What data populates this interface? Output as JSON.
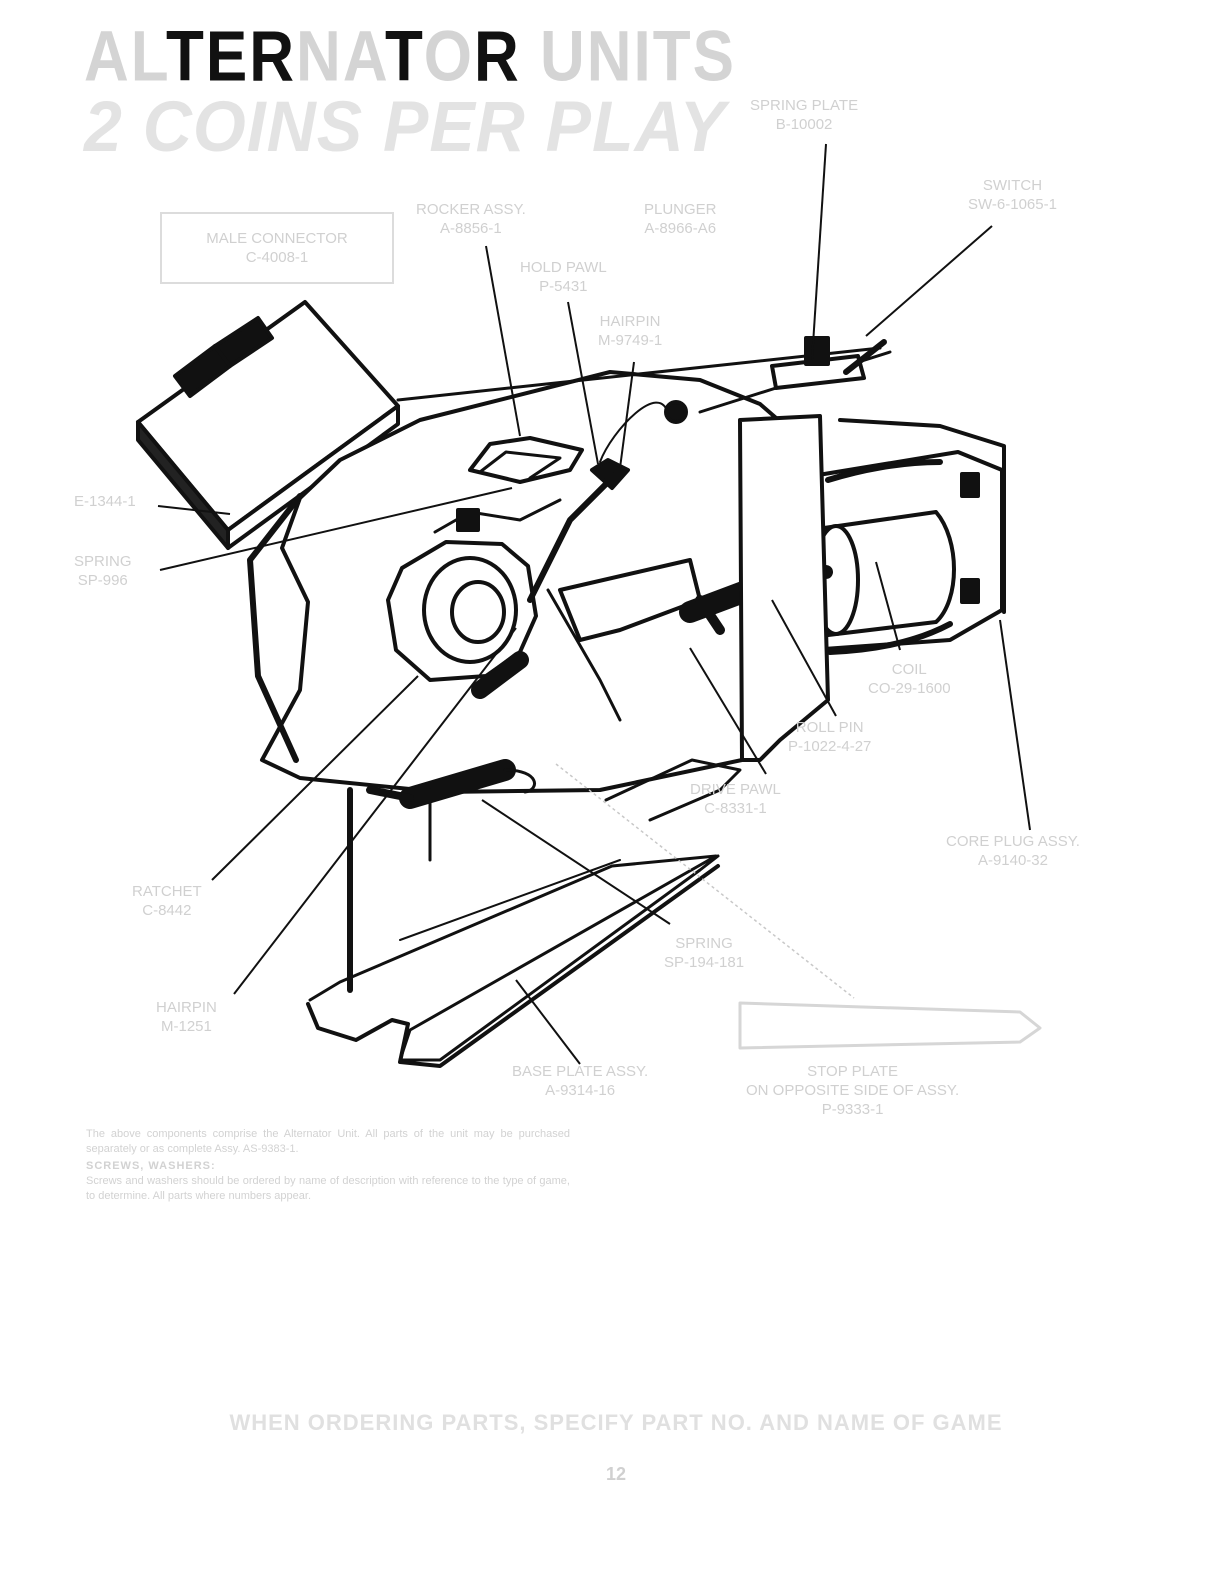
{
  "title": {
    "line1_parts": [
      "AL",
      "TER",
      "NA",
      "T",
      "O",
      "R",
      " UNITS"
    ],
    "line2": "2 COINS PER PLAY"
  },
  "labels": {
    "spring_plate": [
      "SPRING PLATE",
      "B-10002"
    ],
    "switch": [
      "SWITCH",
      "SW-6-1065-1"
    ],
    "rocker_assy": [
      "ROCKER ASSY.",
      "A-8856-1"
    ],
    "plunger": [
      "PLUNGER",
      "A-8966-A6"
    ],
    "main_connector": [
      "MALE CONNECTOR",
      "C-4008-1"
    ],
    "hold_pawl": [
      "HOLD PAWL",
      "P-5431"
    ],
    "hairpin_top": [
      "HAIRPIN",
      "M-9749-1"
    ],
    "e_part": [
      "E-1344-1"
    ],
    "spring_left": [
      "SPRING",
      "SP-996"
    ],
    "coil": [
      "COIL",
      "CO-29-1600"
    ],
    "roll_pin": [
      "ROLL PIN",
      "P-1022-4-27"
    ],
    "drive_pawl": [
      "DRIVE PAWL",
      "C-8331-1"
    ],
    "core_plug": [
      "CORE PLUG ASSY.",
      "A-9140-32"
    ],
    "ratchet": [
      "RATCHET",
      "C-8442"
    ],
    "spring_bottom": [
      "SPRING",
      "SP-194-181"
    ],
    "hairpin_bottom": [
      "HAIRPIN",
      "M-1251"
    ],
    "base_plate": [
      "BASE PLATE ASSY.",
      "A-9314-16"
    ],
    "stop_plate": [
      "STOP PLATE",
      "ON OPPOSITE SIDE OF ASSY.",
      "P-9333-1"
    ]
  },
  "notes": {
    "para1": "The above components comprise the Alternator Unit. All parts of the unit may be purchased separately or as complete Assy. AS-9383-1.",
    "heading": "SCREWS, WASHERS:",
    "para2": "Screws and washers should be ordered by name of description with reference to the type of game, to determine. All parts where numbers appear."
  },
  "footer": "WHEN ORDERING PARTS, SPECIFY PART NO. AND NAME OF GAME",
  "page_number": "12",
  "colors": {
    "ink": "#111111",
    "faded_text": "#d0d0d0",
    "paper": "#ffffff"
  }
}
